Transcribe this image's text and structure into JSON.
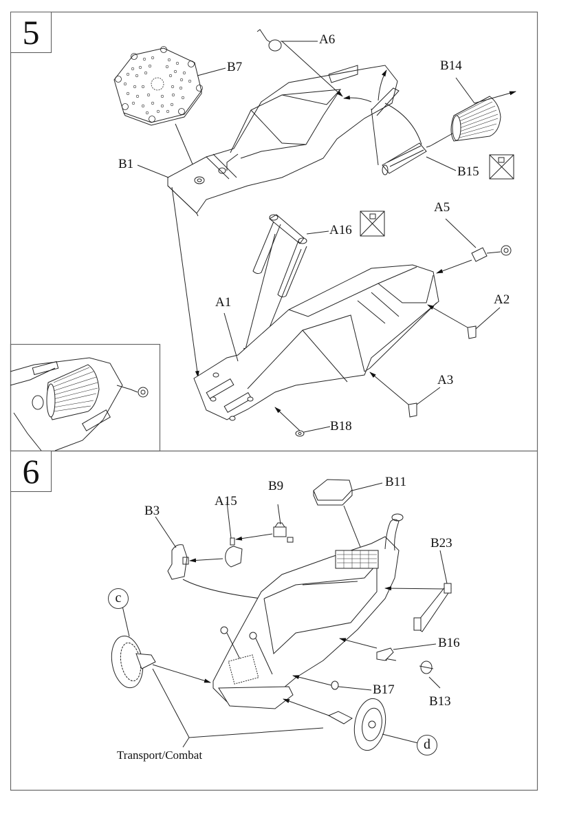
{
  "document": {
    "type": "model kit assembly instructions",
    "steps": [
      {
        "number": "5",
        "parts": {
          "A6": "A6",
          "B7": "B7",
          "B14": "B14",
          "B1": "B1",
          "B15": "B15",
          "A16": "A16",
          "A5": "A5",
          "A1": "A1",
          "A2": "A2",
          "A3": "A3",
          "B18": "B18"
        },
        "symbols": [
          "do-not-glue-icon",
          "do-not-glue-icon"
        ],
        "inset": "detail view of assembled roller on frame"
      },
      {
        "number": "6",
        "parts": {
          "B11": "B11",
          "B9": "B9",
          "A15": "A15",
          "B3": "B3",
          "B23": "B23",
          "B16": "B16",
          "B17": "B17",
          "B13": "B13"
        },
        "subassemblies": {
          "c": "c",
          "d": "d"
        },
        "caption": "Transport/Combat"
      }
    ]
  }
}
